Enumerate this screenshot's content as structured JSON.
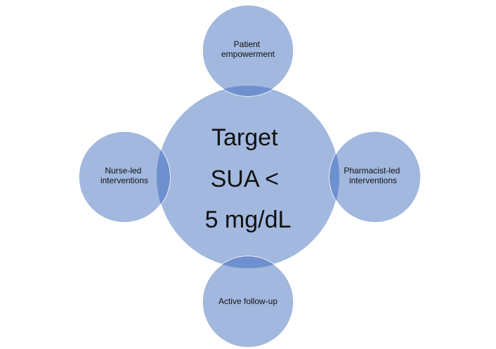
{
  "diagram": {
    "center": {
      "lines": [
        "Target",
        "SUA <",
        "5 mg/dL"
      ]
    },
    "satellites": {
      "top": {
        "lines": [
          "Patient",
          "empowerment"
        ]
      },
      "right": {
        "lines": [
          "Pharmacist-led",
          "interventions"
        ]
      },
      "bottom": {
        "lines": [
          "Active follow-up"
        ]
      },
      "left": {
        "lines": [
          "Nurse-led",
          "interventions"
        ]
      }
    },
    "colors": {
      "fill": "#a2b8de",
      "overlap": "#6f90cf",
      "stroke": "#ffffff",
      "text": "#111111"
    }
  }
}
